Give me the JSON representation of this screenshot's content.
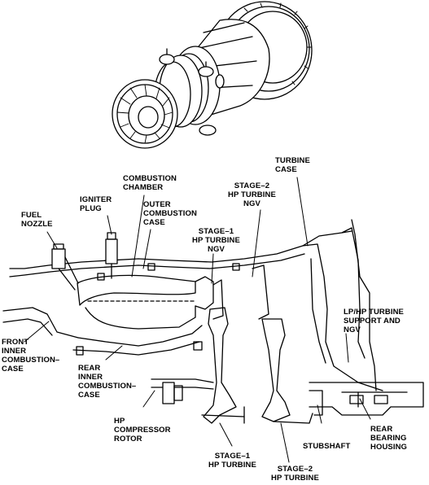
{
  "labels": {
    "turbine_case": "TURBINE\nCASE",
    "combustion_chamber": "COMBUSTION\nCHAMBER",
    "igniter_plug": "IGNITER\nPLUG",
    "outer_combustion_case": "OUTER\nCOMBUSTION\nCASE",
    "stage2_hp_turbine_ngv": "STAGE–2\nHP TURBINE\nNGV",
    "fuel_nozzle": "FUEL\nNOZZLE",
    "stage1_hp_turbine_ngv": "STAGE–1\nHP TURBINE\nNGV",
    "lp_hp_turbine_support": "LP/HP TURBINE\nSUPPORT AND\nNGV",
    "front_inner_combustion_case": "FRONT\nINNER\nCOMBUSTION–\nCASE",
    "rear_inner_combustion_case": "REAR\nINNER\nCOMBUSTION–\nCASE",
    "hp_compressor_rotor": "HP\nCOMPRESSOR\nROTOR",
    "stubshaft": "STUBSHAFT",
    "rear_bearing_housing": "REAR\nBEARING\nHOUSING",
    "stage1_hp_turbine": "STAGE–1\nHP TURBINE",
    "stage2_hp_turbine": "STAGE–2\nHP TURBINE"
  }
}
